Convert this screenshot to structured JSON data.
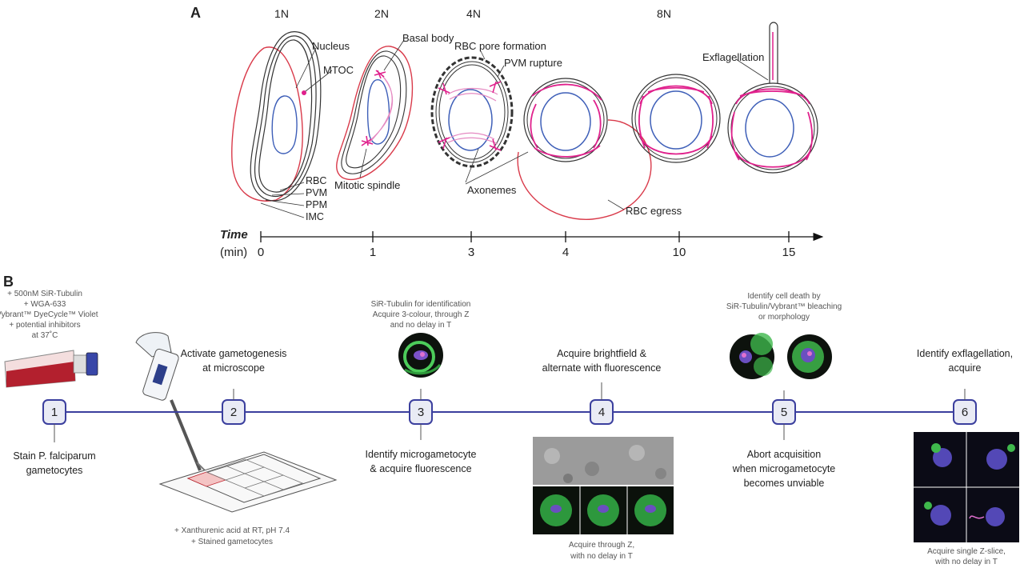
{
  "panel_a": {
    "label": "A",
    "ploidy": [
      "1N",
      "2N",
      "4N",
      "8N"
    ],
    "labels": {
      "nucleus": "Nucleus",
      "mtoc": "MTOC",
      "basal_body": "Basal body",
      "rbc_pore": "RBC pore formation",
      "pvm_rupture": "PVM rupture",
      "exflagellation": "Exflagellation",
      "rbc": "RBC",
      "pvm": "PVM",
      "ppm": "PPM",
      "imc": "IMC",
      "mitotic_spindle": "Mitotic spindle",
      "axonemes": "Axonemes",
      "rbc_egress": "RBC egress"
    },
    "axis": {
      "title": "Time",
      "unit": "(min)",
      "ticks": [
        "0",
        "1",
        "3",
        "4",
        "10",
        "15"
      ]
    }
  },
  "panel_b": {
    "label": "B",
    "stain_conditions": [
      "+ 500nM SiR-Tubulin",
      "+ WGA-633",
      "+Vybrant™ DyeCycle™ Violet",
      "+ potential inhibitors",
      "at 37˚C"
    ],
    "steps": [
      {
        "num": "1",
        "above": [],
        "below": [
          "Stain P. falciparum",
          "gametocytes"
        ]
      },
      {
        "num": "2",
        "above": [
          "Activate gametogenesis",
          "at microscope"
        ],
        "below": []
      },
      {
        "num": "3",
        "above": [],
        "below": [
          "Identify microgametocyte",
          "& acquire fluorescence"
        ]
      },
      {
        "num": "4",
        "above": [
          "Acquire brightfield &",
          "alternate with fluorescence"
        ],
        "below": []
      },
      {
        "num": "5",
        "above": [],
        "below": [
          "Abort acquisition",
          "when microgametocyte",
          "becomes unviable"
        ]
      },
      {
        "num": "6",
        "above": [
          "Identify exflagellation,",
          "acquire"
        ],
        "below": []
      }
    ],
    "notes": {
      "step3": [
        "SiR-Tubulin for identification",
        "Acquire 3-colour, through Z",
        "and no delay in T"
      ],
      "step5": [
        "Identify cell death by",
        "SiR-Tubulin/Vybrant™ bleaching",
        "or morphology"
      ],
      "activation": [
        "+ Xanthurenic acid at RT, pH 7.4",
        "+ Stained gametocytes"
      ],
      "step4_caption": [
        "Acquire through Z,",
        "with no delay in T"
      ],
      "step6_caption": [
        "Acquire single Z-slice,",
        "with no delay in T"
      ]
    },
    "colors": {
      "timeline": "#3b3f9e",
      "step_fill": "#e9ebf5",
      "rbc": "#d93a4a",
      "microtubule": "#e0208c",
      "nucleus": "#3e5fb8",
      "fluor_green": "#38b54a"
    }
  }
}
